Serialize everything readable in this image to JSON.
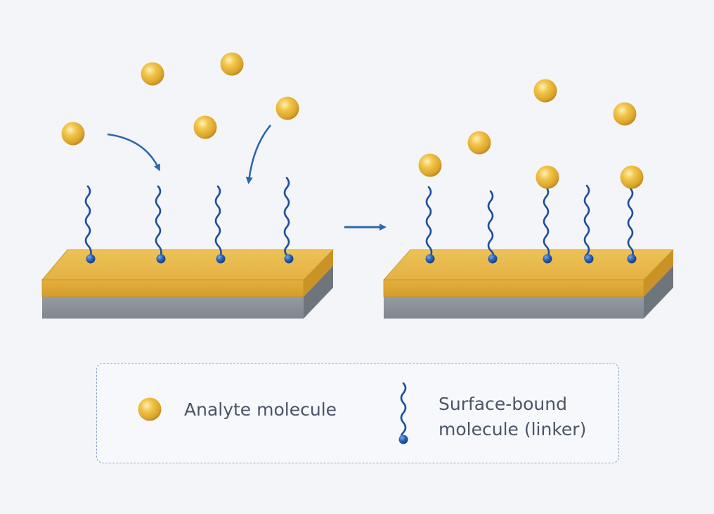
{
  "colors": {
    "background": "#f3f5f8",
    "gold_top": "#e9b747",
    "gold_side": "#d9a42f",
    "gold_edge": "#c8902a",
    "substrate": "#8a9098",
    "substrate_dark": "#6f757c",
    "linker": "#1f4f9a",
    "linker_bead": "#2a63b8",
    "arrow": "#2f67a9",
    "sphere_light": "#fbe39a",
    "sphere_mid": "#eebd3a",
    "sphere_dark": "#c9901c"
  },
  "legend": {
    "analyte_label": "Analyte molecule",
    "linker_label_line1": "Surface-bound",
    "linker_label_line2": "molecule (linker)"
  },
  "icons": {
    "analyte": "gold-sphere-icon",
    "linker": "wavy-linker-icon",
    "flow_arrow": "right-arrow-icon",
    "approach_arrow": "curved-arrow-icon"
  }
}
